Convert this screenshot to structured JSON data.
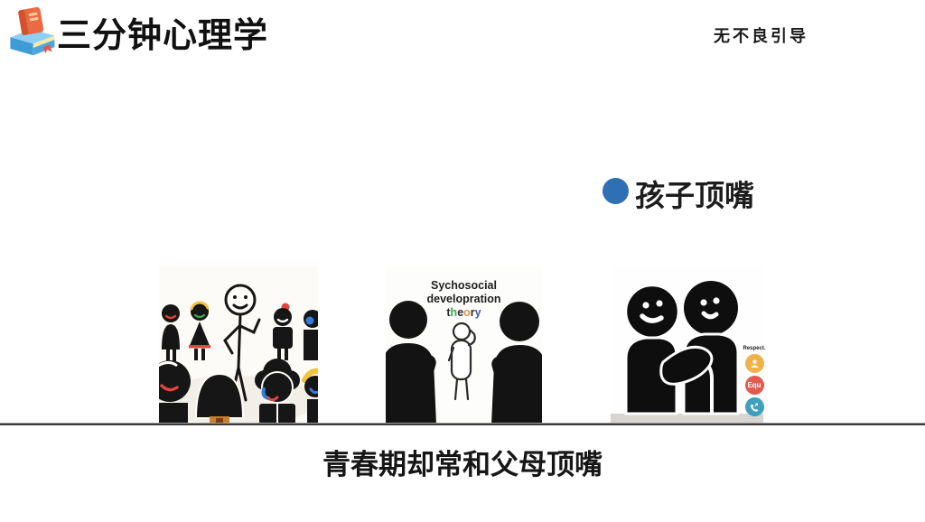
{
  "header": {
    "title": "三分钟心理学",
    "watermark": "无不良引导"
  },
  "bullet": {
    "label": "孩子顶嘴",
    "color": "#2f6fb4"
  },
  "illustrations": {
    "middle": {
      "line1": "Sychosocial",
      "line2": "developration",
      "word3_letters": [
        "t",
        "h",
        "e",
        "o",
        "r",
        "y"
      ],
      "word3_colors": [
        "#2b2b2b",
        "#3ba55c",
        "#2b2b2b",
        "#e8963c",
        "#2b2b2b",
        "#3b5ba5"
      ]
    },
    "right": {
      "respect_label": "Respect.",
      "badges": [
        {
          "icon": "person-icon",
          "color": "#f0b14b",
          "text": ""
        },
        {
          "icon": "",
          "color": "#e25b52",
          "text": "Equ"
        },
        {
          "icon": "phone-arrow-icon",
          "color": "#3f9fbe",
          "text": ""
        }
      ]
    }
  },
  "caption": "青春期却常和父母顶嘴"
}
